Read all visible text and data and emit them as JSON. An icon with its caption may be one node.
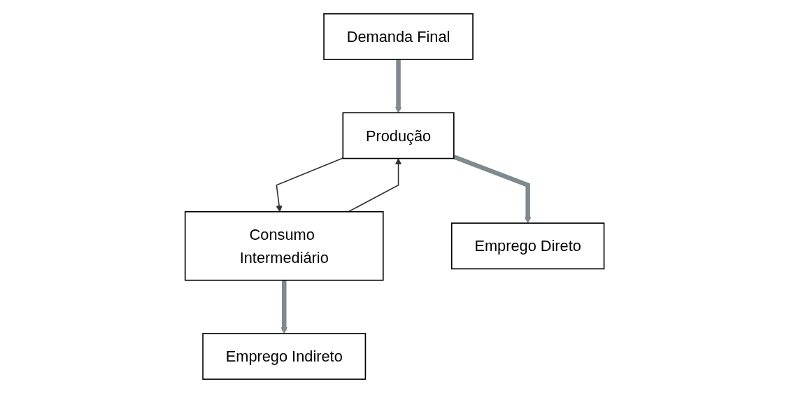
{
  "diagram": {
    "nodes": [
      {
        "text": [
          "Demanda Final"
        ]
      },
      {
        "text": [
          "Produção"
        ]
      },
      {
        "text": [
          "Consumo Intermediário"
        ]
      },
      {
        "text": [
          "Emprego Direto"
        ]
      },
      {
        "text": [
          "Emprego Indireto"
        ]
      }
    ],
    "edges": [
      {
        "from": 0,
        "to": 1,
        "arrow": "to"
      },
      {
        "from": 2,
        "to": 1,
        "arrow": "to",
        "color": "#333333"
      },
      {
        "from": 1,
        "to": 2,
        "arrow": "to",
        "color": "#333333"
      },
      {
        "from": 1,
        "to": 3,
        "arrow": "to"
      },
      {
        "from": 2,
        "to": 4,
        "arrow": "to"
      }
    ]
  }
}
